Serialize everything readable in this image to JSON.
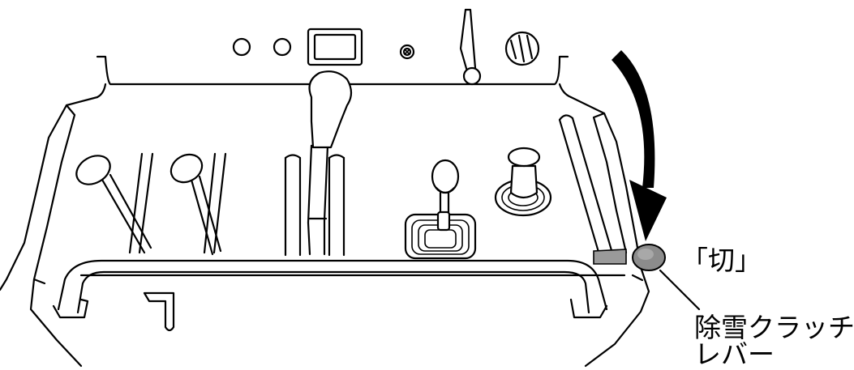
{
  "labels": {
    "off_position": "「切」",
    "lever_name_line1": "除雪クラッチ",
    "lever_name_line2": "レバー"
  },
  "colors": {
    "outline": "#000000",
    "background": "#ffffff",
    "lever_knob": "#8c8c8c",
    "lever_shaft": "#9a9a9a"
  },
  "icons": {
    "direction_arrow": "curved-arrow-down",
    "lever_highlight": "snow-clutch-lever"
  }
}
